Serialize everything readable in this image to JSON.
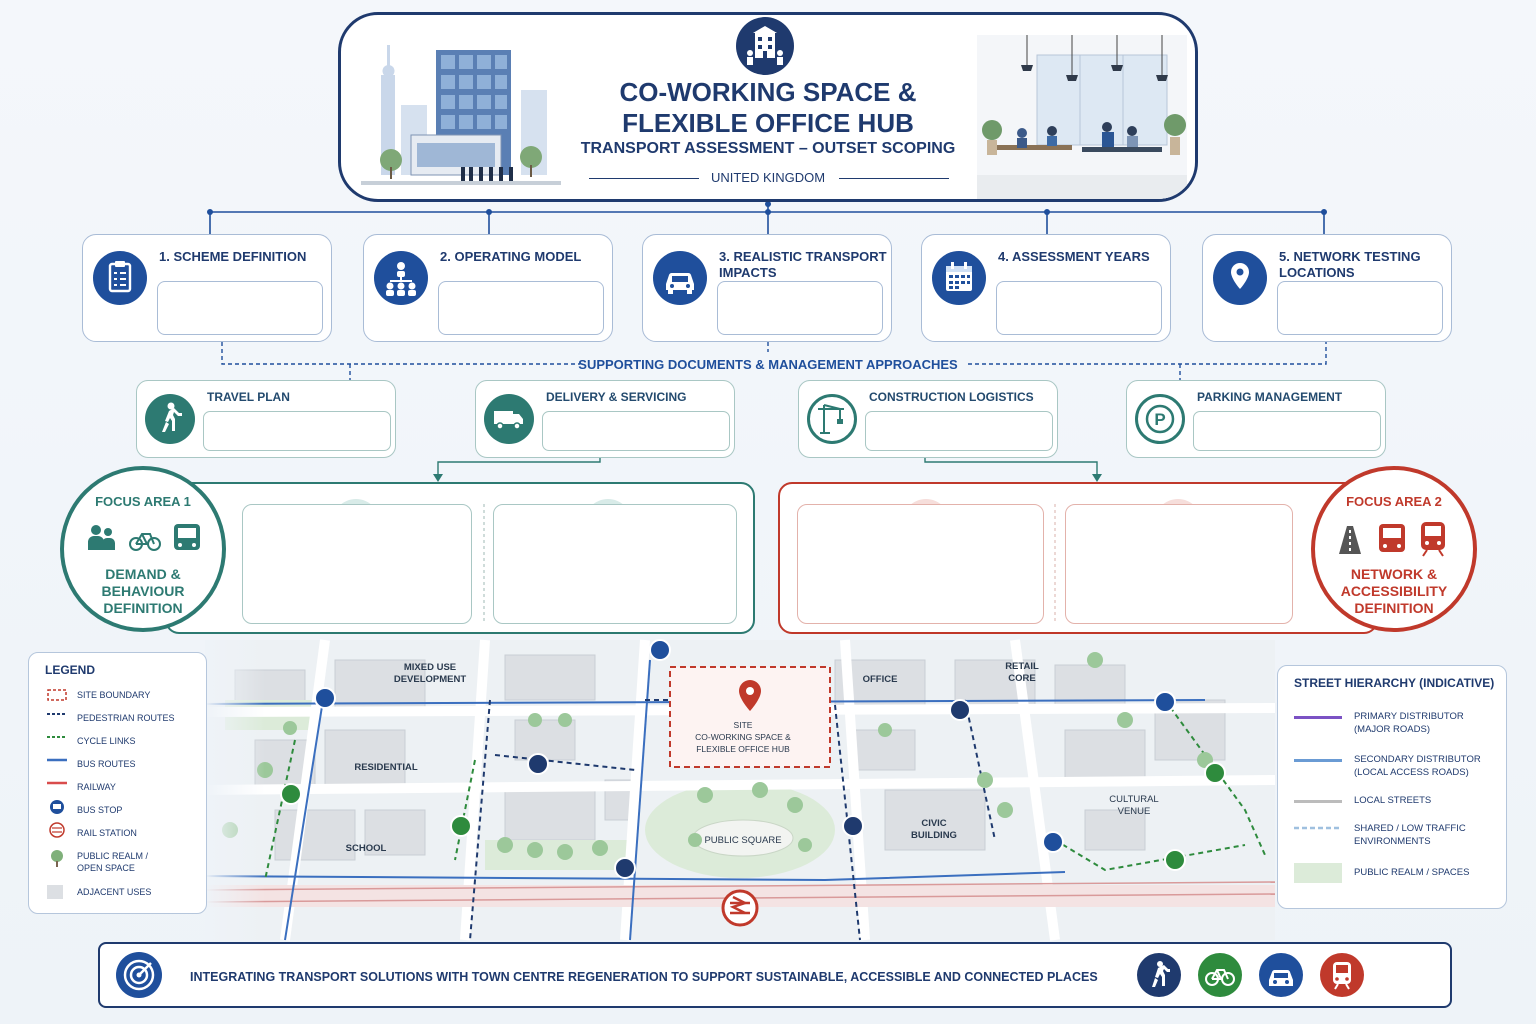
{
  "header": {
    "title_line1": "CO-WORKING SPACE &",
    "title_line2": "FLEXIBLE OFFICE HUB",
    "subtitle": "TRANSPORT ASSESSMENT – OUTSET SCOPING",
    "country": "UNITED KINGDOM"
  },
  "steps": [
    {
      "label": "1. SCHEME DEFINITION",
      "icon": "clipboard-icon"
    },
    {
      "label": "2. OPERATING MODEL",
      "icon": "people-hierarchy-icon"
    },
    {
      "label": "3. REALISTIC TRANSPORT IMPACTS",
      "icon": "car-icon"
    },
    {
      "label": "4. ASSESSMENT YEARS",
      "icon": "calendar-icon"
    },
    {
      "label": "5. NETWORK TESTING LOCATIONS",
      "icon": "location-pin-icon"
    }
  ],
  "supporting_label": "SUPPORTING DOCUMENTS & MANAGEMENT APPROACHES",
  "docs": [
    {
      "label": "TRAVEL PLAN",
      "icon": "walking-icon"
    },
    {
      "label": "DELIVERY & SERVICING",
      "icon": "truck-icon"
    },
    {
      "label": "CONSTRUCTION LOGISTICS",
      "icon": "crane-icon"
    },
    {
      "label": "PARKING MANAGEMENT",
      "icon": "parking-icon"
    }
  ],
  "focus1": {
    "label": "FOCUS AREA 1",
    "name_l1": "DEMAND &",
    "name_l2": "BEHAVIOUR",
    "name_l3": "DEFINITION",
    "color": "#2d7a72"
  },
  "focus2": {
    "label": "FOCUS AREA 2",
    "name_l1": "NETWORK &",
    "name_l2": "ACCESSIBILITY",
    "name_l3": "DEFINITION",
    "color": "#c0392b"
  },
  "legend": {
    "title": "LEGEND",
    "items": [
      "SITE BOUNDARY",
      "PEDESTRIAN ROUTES",
      "CYCLE LINKS",
      "BUS ROUTES",
      "RAILWAY",
      "BUS STOP",
      "RAIL STATION",
      "PUBLIC REALM /",
      "OPEN SPACE",
      "ADJACENT USES"
    ]
  },
  "hierarchy": {
    "title": "STREET HIERARCHY (INDICATIVE)",
    "items": [
      {
        "l1": "PRIMARY DISTRIBUTOR",
        "l2": "(MAJOR ROADS)"
      },
      {
        "l1": "SECONDARY DISTRIBUTOR",
        "l2": "(LOCAL ACCESS ROADS)"
      },
      {
        "l1": "LOCAL STREETS",
        "l2": ""
      },
      {
        "l1": "SHARED / LOW TRAFFIC",
        "l2": "ENVIRONMENTS"
      },
      {
        "l1": "PUBLIC REALM / SPACES",
        "l2": ""
      }
    ]
  },
  "map": {
    "mixed_use_l1": "MIXED USE",
    "mixed_use_l2": "DEVELOPMENT",
    "residential": "RESIDENTIAL",
    "school": "SCHOOL",
    "site_l1": "SITE",
    "site_l2": "CO-WORKING SPACE &",
    "site_l3": "FLEXIBLE OFFICE HUB",
    "public_square": "PUBLIC SQUARE",
    "office": "OFFICE",
    "civic_l1": "CIVIC",
    "civic_l2": "BUILDING",
    "retail_l1": "RETAIL",
    "retail_l2": "CORE",
    "cultural_l1": "CULTURAL",
    "cultural_l2": "VENUE"
  },
  "footer": {
    "text": "INTEGRATING TRANSPORT SOLUTIONS WITH TOWN CENTRE REGENERATION TO SUPPORT SUSTAINABLE, ACCESSIBLE AND CONNECTED PLACES"
  },
  "colors": {
    "navy": "#1f3a6e",
    "teal": "#2d7a72",
    "red": "#c0392b",
    "green": "#2e8b3d",
    "blue": "#1f4f9c"
  }
}
